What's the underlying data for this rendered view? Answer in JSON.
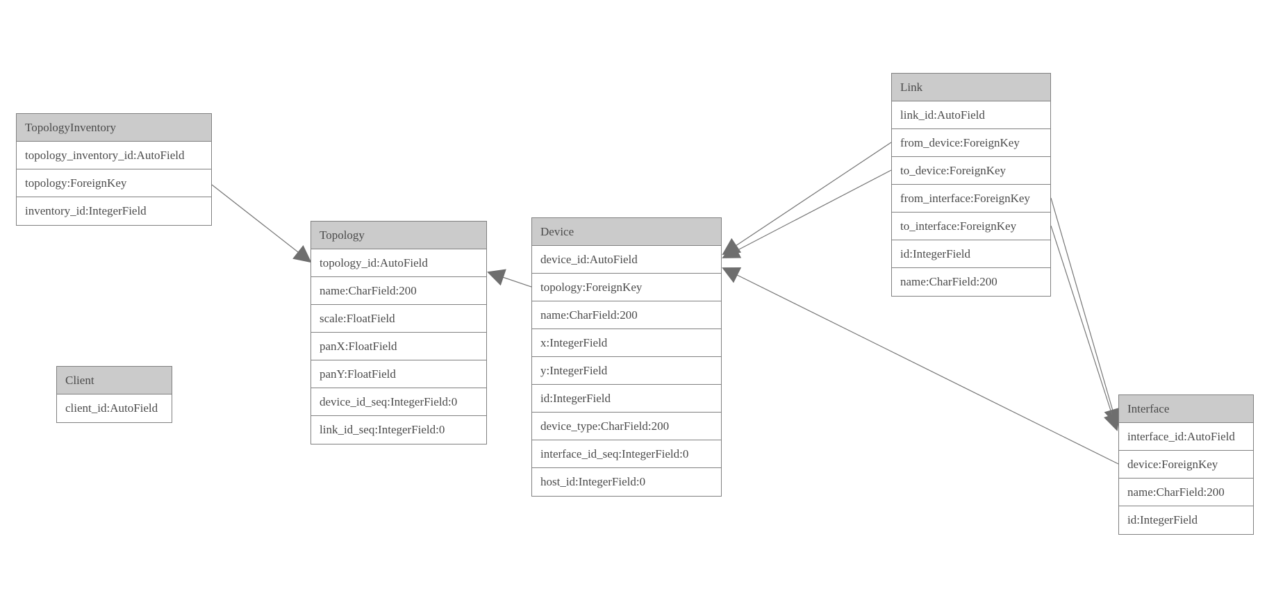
{
  "diagram": {
    "type": "entity-relationship-diagram",
    "entities": [
      {
        "name": "TopologyInventory",
        "fields": [
          "topology_inventory_id:AutoField",
          "topology:ForeignKey",
          "inventory_id:IntegerField"
        ]
      },
      {
        "name": "Topology",
        "fields": [
          "topology_id:AutoField",
          "name:CharField:200",
          "scale:FloatField",
          "panX:FloatField",
          "panY:FloatField",
          "device_id_seq:IntegerField:0",
          "link_id_seq:IntegerField:0"
        ]
      },
      {
        "name": "Client",
        "fields": [
          "client_id:AutoField"
        ]
      },
      {
        "name": "Device",
        "fields": [
          "device_id:AutoField",
          "topology:ForeignKey",
          "name:CharField:200",
          "x:IntegerField",
          "y:IntegerField",
          "id:IntegerField",
          "device_type:CharField:200",
          "interface_id_seq:IntegerField:0",
          "host_id:IntegerField:0"
        ]
      },
      {
        "name": "Link",
        "fields": [
          "link_id:AutoField",
          "from_device:ForeignKey",
          "to_device:ForeignKey",
          "from_interface:ForeignKey",
          "to_interface:ForeignKey",
          "id:IntegerField",
          "name:CharField:200"
        ]
      },
      {
        "name": "Interface",
        "fields": [
          "interface_id:AutoField",
          "device:ForeignKey",
          "name:CharField:200",
          "id:IntegerField"
        ]
      }
    ],
    "relationships": [
      {
        "from": "TopologyInventory.topology",
        "to": "Topology.topology_id"
      },
      {
        "from": "Device.topology",
        "to": "Topology.topology_id"
      },
      {
        "from": "Link.from_device",
        "to": "Device.device_id"
      },
      {
        "from": "Link.to_device",
        "to": "Device.device_id"
      },
      {
        "from": "Link.from_interface",
        "to": "Interface.interface_id"
      },
      {
        "from": "Link.to_interface",
        "to": "Interface.interface_id"
      },
      {
        "from": "Interface.device",
        "to": "Device.device_id"
      }
    ],
    "colors": {
      "background": "#ffffff",
      "header_fill": "#cbcbcb",
      "border": "#7f7f7f",
      "text": "#4a4a4a",
      "edge_line": "#757575",
      "arrowhead_fill": "#6e6e6e"
    }
  }
}
